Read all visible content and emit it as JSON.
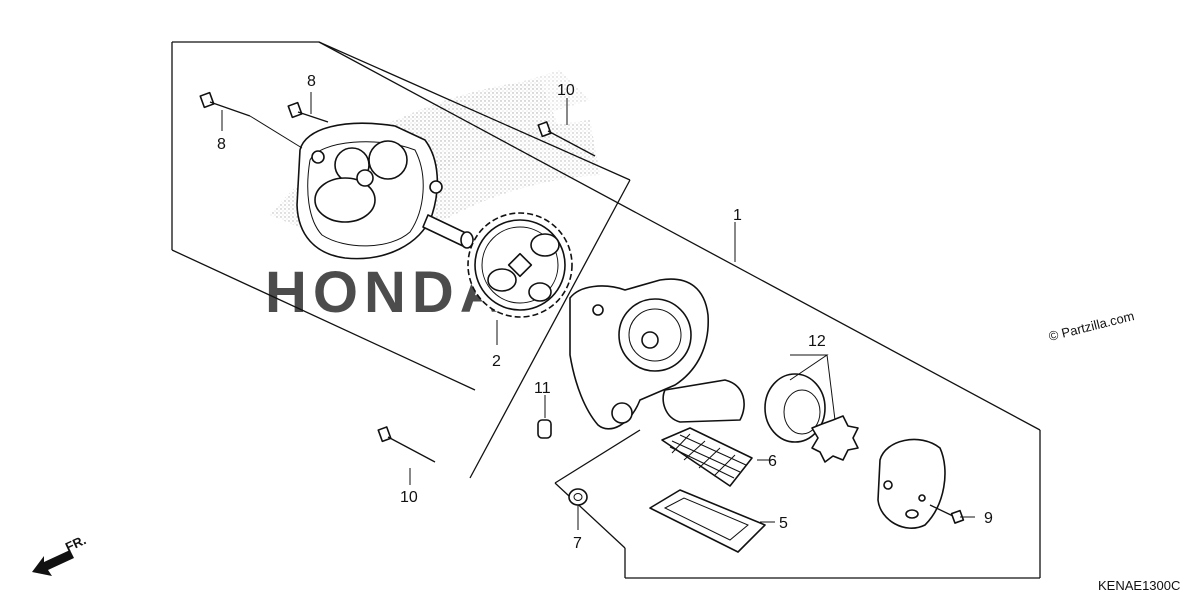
{
  "diagram": {
    "callouts": [
      {
        "id": "c1",
        "label": "1"
      },
      {
        "id": "c2",
        "label": "2"
      },
      {
        "id": "c5",
        "label": "5"
      },
      {
        "id": "c6",
        "label": "6"
      },
      {
        "id": "c7",
        "label": "7"
      },
      {
        "id": "c8a",
        "label": "8"
      },
      {
        "id": "c8b",
        "label": "8"
      },
      {
        "id": "c9",
        "label": "9"
      },
      {
        "id": "c10a",
        "label": "10"
      },
      {
        "id": "c10b",
        "label": "10"
      },
      {
        "id": "c11",
        "label": "11"
      },
      {
        "id": "c12",
        "label": "12"
      }
    ],
    "copyright": "© Partzilla.com",
    "diagram_code": "KENAE1300C",
    "front_indicator": "FR.",
    "watermark": "HONDA"
  }
}
